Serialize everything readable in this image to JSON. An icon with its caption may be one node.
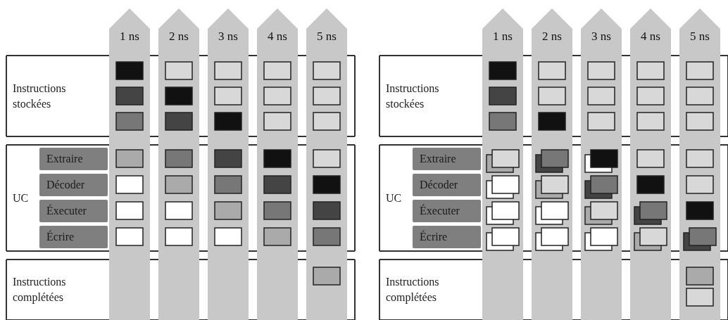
{
  "diagram": {
    "nodes": [
      {
        "text": [
          "Instructions stockées"
        ]
      },
      {
        "text": [
          "UC"
        ]
      },
      {
        "text": [
          "Extraire"
        ],
        "in": 1
      },
      {
        "text": [
          "Décoder"
        ],
        "in": 1
      },
      {
        "text": [
          "Éxecuter"
        ],
        "in": 1
      },
      {
        "text": [
          "Écrire"
        ],
        "in": 1
      },
      {
        "text": [
          "Instructions complétées"
        ]
      },
      {
        "text": [
          "1 ns"
        ]
      },
      {
        "text": [
          "2 ns"
        ]
      },
      {
        "text": [
          "3 ns"
        ]
      },
      {
        "text": [
          "4 ns"
        ]
      },
      {
        "text": [
          "5 ns"
        ]
      },
      {
        "text": [
          "Instructions stockées"
        ]
      },
      {
        "text": [
          "UC"
        ]
      },
      {
        "text": [
          "Extraire"
        ],
        "in": 13
      },
      {
        "text": [
          "Décoder"
        ],
        "in": 13
      },
      {
        "text": [
          "Éxecuter"
        ],
        "in": 13
      },
      {
        "text": [
          "Écrire"
        ],
        "in": 13
      },
      {
        "text": [
          "Instructions complétées"
        ]
      },
      {
        "text": [
          "1 ns"
        ]
      },
      {
        "text": [
          "2 ns"
        ]
      },
      {
        "text": [
          "3 ns"
        ]
      },
      {
        "text": [
          "4 ns"
        ]
      },
      {
        "text": [
          "5 ns"
        ]
      }
    ],
    "edges": []
  }
}
